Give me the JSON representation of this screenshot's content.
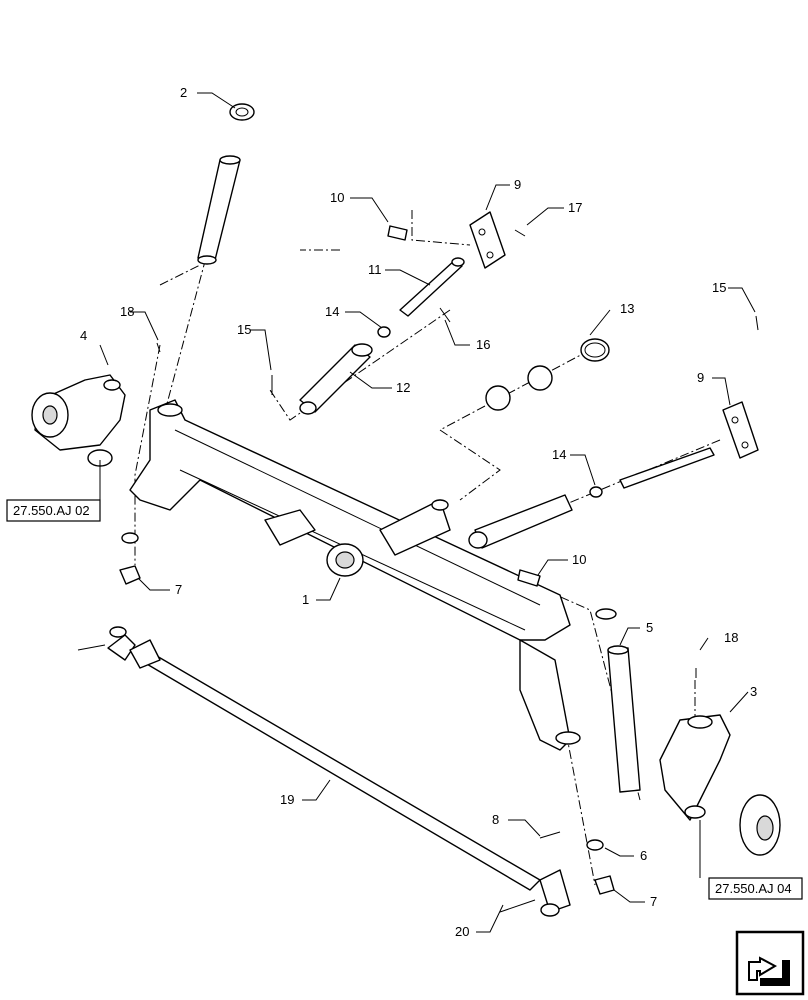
{
  "callouts": {
    "c1": "1",
    "c2": "2",
    "c3": "3",
    "c4": "4",
    "c5": "5",
    "c6": "6",
    "c7a": "7",
    "c7b": "7",
    "c8": "8",
    "c9a": "9",
    "c9b": "9",
    "c10a": "10",
    "c10b": "10",
    "c11": "11",
    "c12": "12",
    "c13": "13",
    "c14a": "14",
    "c14b": "14",
    "c15a": "15",
    "c15b": "15",
    "c16": "16",
    "c17": "17",
    "c18a": "18",
    "c18b": "18",
    "c19": "19",
    "c20": "20"
  },
  "references": {
    "left": "27.550.AJ 02",
    "right": "27.550.AJ 04"
  },
  "icons": {
    "corner": "page-arrow-icon"
  }
}
